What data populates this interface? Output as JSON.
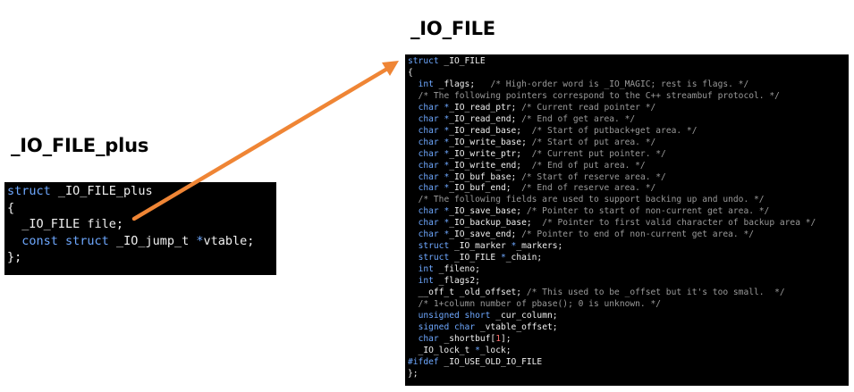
{
  "colors": {
    "keyword": "#6ea8ff",
    "identifier": "#f0f0f0",
    "comment": "#9a9a9a",
    "number": "#ff7070",
    "arrow": "#ef8535"
  },
  "headings": {
    "io_file_plus": "_IO_FILE_plus",
    "io_file": "_IO_FILE"
  },
  "code_plus": [
    [
      [
        "k",
        "struct"
      ],
      [
        "t",
        " _IO_FILE_plus"
      ]
    ],
    [
      [
        "t",
        "{"
      ]
    ],
    [
      [
        "t",
        "  _IO_FILE file;"
      ]
    ],
    [
      [
        "t",
        "  "
      ],
      [
        "k",
        "const struct"
      ],
      [
        "t",
        " _IO_jump_t "
      ],
      [
        "k",
        "*"
      ],
      [
        "t",
        "vtable;"
      ]
    ],
    [
      [
        "t",
        "};"
      ]
    ]
  ],
  "code_file": [
    [
      [
        "k",
        "struct"
      ],
      [
        "t",
        " _IO_FILE"
      ]
    ],
    [
      [
        "t",
        "{"
      ]
    ],
    [
      [
        "t",
        "  "
      ],
      [
        "k",
        "int"
      ],
      [
        "t",
        " _flags;   "
      ],
      [
        "c",
        "/* High-order word is _IO_MAGIC; rest is flags. */"
      ]
    ],
    [
      [
        "t",
        "  "
      ],
      [
        "c",
        "/* The following pointers correspond to the C++ streambuf protocol. */"
      ]
    ],
    [
      [
        "t",
        "  "
      ],
      [
        "k",
        "char *"
      ],
      [
        "t",
        "_IO_read_ptr; "
      ],
      [
        "c",
        "/* Current read pointer */"
      ]
    ],
    [
      [
        "t",
        "  "
      ],
      [
        "k",
        "char *"
      ],
      [
        "t",
        "_IO_read_end; "
      ],
      [
        "c",
        "/* End of get area. */"
      ]
    ],
    [
      [
        "t",
        "  "
      ],
      [
        "k",
        "char *"
      ],
      [
        "t",
        "_IO_read_base;  "
      ],
      [
        "c",
        "/* Start of putback+get area. */"
      ]
    ],
    [
      [
        "t",
        "  "
      ],
      [
        "k",
        "char *"
      ],
      [
        "t",
        "_IO_write_base; "
      ],
      [
        "c",
        "/* Start of put area. */"
      ]
    ],
    [
      [
        "t",
        "  "
      ],
      [
        "k",
        "char *"
      ],
      [
        "t",
        "_IO_write_ptr;  "
      ],
      [
        "c",
        "/* Current put pointer. */"
      ]
    ],
    [
      [
        "t",
        "  "
      ],
      [
        "k",
        "char *"
      ],
      [
        "t",
        "_IO_write_end;  "
      ],
      [
        "c",
        "/* End of put area. */"
      ]
    ],
    [
      [
        "t",
        "  "
      ],
      [
        "k",
        "char *"
      ],
      [
        "t",
        "_IO_buf_base; "
      ],
      [
        "c",
        "/* Start of reserve area. */"
      ]
    ],
    [
      [
        "t",
        "  "
      ],
      [
        "k",
        "char *"
      ],
      [
        "t",
        "_IO_buf_end;  "
      ],
      [
        "c",
        "/* End of reserve area. */"
      ]
    ],
    [
      [
        "t",
        "  "
      ],
      [
        "c",
        "/* The following fields are used to support backing up and undo. */"
      ]
    ],
    [
      [
        "t",
        "  "
      ],
      [
        "k",
        "char *"
      ],
      [
        "t",
        "_IO_save_base; "
      ],
      [
        "c",
        "/* Pointer to start of non-current get area. */"
      ]
    ],
    [
      [
        "t",
        "  "
      ],
      [
        "k",
        "char *"
      ],
      [
        "t",
        "_IO_backup_base;  "
      ],
      [
        "c",
        "/* Pointer to first valid character of backup area */"
      ]
    ],
    [
      [
        "t",
        "  "
      ],
      [
        "k",
        "char *"
      ],
      [
        "t",
        "_IO_save_end; "
      ],
      [
        "c",
        "/* Pointer to end of non-current get area. */"
      ]
    ],
    [
      [
        "t",
        "  "
      ],
      [
        "k",
        "struct"
      ],
      [
        "t",
        " _IO_marker "
      ],
      [
        "k",
        "*"
      ],
      [
        "t",
        "_markers;"
      ]
    ],
    [
      [
        "t",
        "  "
      ],
      [
        "k",
        "struct"
      ],
      [
        "t",
        " _IO_FILE "
      ],
      [
        "k",
        "*"
      ],
      [
        "t",
        "_chain;"
      ]
    ],
    [
      [
        "t",
        "  "
      ],
      [
        "k",
        "int"
      ],
      [
        "t",
        " _fileno;"
      ]
    ],
    [
      [
        "t",
        "  "
      ],
      [
        "k",
        "int"
      ],
      [
        "t",
        " _flags2;"
      ]
    ],
    [
      [
        "t",
        "  __off_t _old_offset; "
      ],
      [
        "c",
        "/* This used to be _offset but it's too small.  */"
      ]
    ],
    [
      [
        "t",
        "  "
      ],
      [
        "c",
        "/* 1+column number of pbase(); 0 is unknown. */"
      ]
    ],
    [
      [
        "t",
        "  "
      ],
      [
        "k",
        "unsigned short"
      ],
      [
        "t",
        " _cur_column;"
      ]
    ],
    [
      [
        "t",
        "  "
      ],
      [
        "k",
        "signed char"
      ],
      [
        "t",
        " _vtable_offset;"
      ]
    ],
    [
      [
        "t",
        "  "
      ],
      [
        "k",
        "char"
      ],
      [
        "t",
        " _shortbuf["
      ],
      [
        "n",
        "1"
      ],
      [
        "t",
        "];"
      ]
    ],
    [
      [
        "t",
        "  _IO_lock_t "
      ],
      [
        "k",
        "*"
      ],
      [
        "t",
        "_lock;"
      ]
    ],
    [
      [
        "k",
        "#ifdef"
      ],
      [
        "t",
        " _IO_USE_OLD_IO_FILE"
      ]
    ],
    [
      [
        "t",
        "};"
      ]
    ]
  ]
}
